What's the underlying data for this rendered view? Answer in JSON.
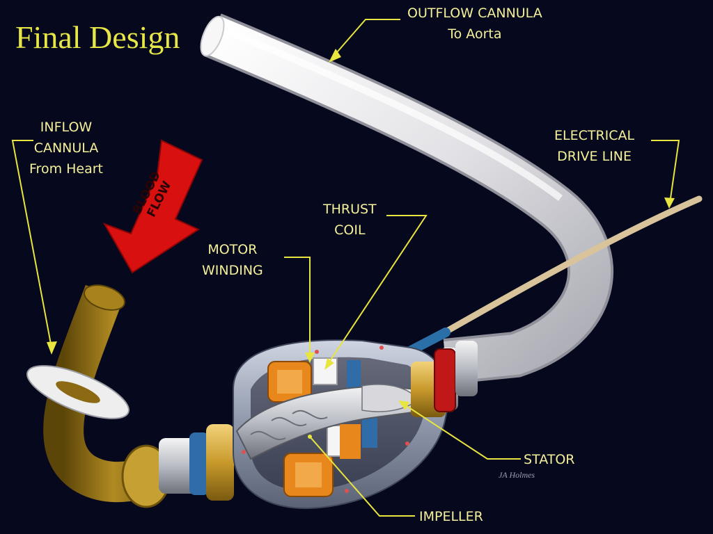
{
  "title": "Final Design",
  "credit": "JA Holmes",
  "arrow_text": [
    "BLOOD",
    "FLOW"
  ],
  "labels": {
    "outflow": {
      "line1": "OUTFLOW CANNULA",
      "line2": "To Aorta"
    },
    "inflow": {
      "line1": "INFLOW",
      "line2": "CANNULA",
      "line3": "From Heart"
    },
    "drive_line": {
      "line1": "ELECTRICAL",
      "line2": "DRIVE LINE"
    },
    "thrust_coil": {
      "line1": "THRUST",
      "line2": "COIL"
    },
    "motor_winding": {
      "line1": "MOTOR",
      "line2": "WINDING"
    },
    "stator": {
      "line1": "STATOR"
    },
    "impeller": {
      "line1": "IMPELLER"
    }
  },
  "colors": {
    "background": "#06081e",
    "title": "#e6e646",
    "label_text": "#f5f09a",
    "leader_line": "#e8e440",
    "arrow": "#d81010",
    "inflow_tube": "#8a6a12",
    "outflow_tube": "#e8e8ea",
    "motor_winding": "#e8871c",
    "housing": "#a9b1c2"
  }
}
